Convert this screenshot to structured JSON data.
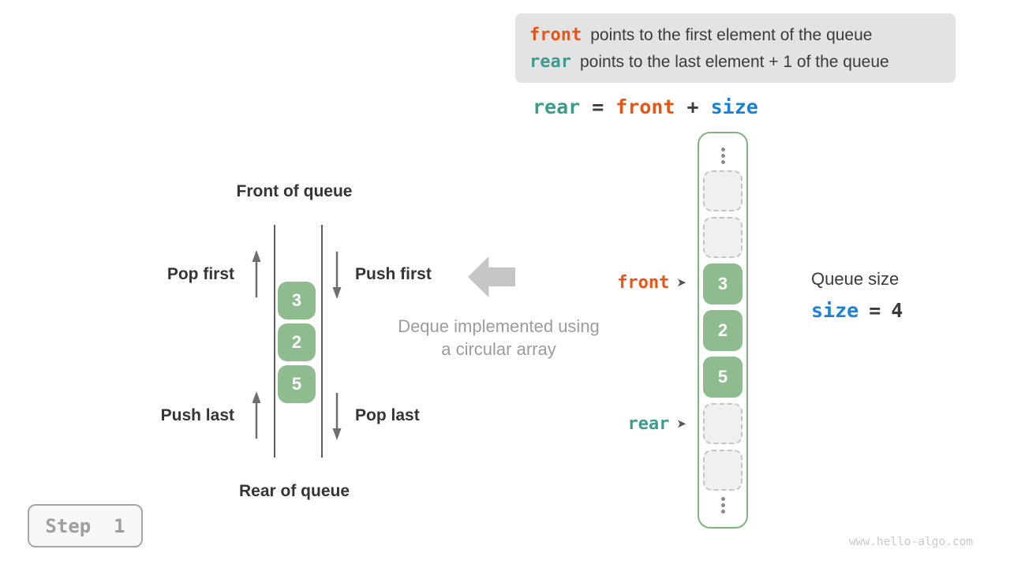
{
  "info_box": {
    "line1": {
      "code": "front",
      "text": "points to the first element of the queue"
    },
    "line2": {
      "code": "rear",
      "text": "points to the last element + 1 of the queue"
    }
  },
  "formula": {
    "rear": "rear",
    "equals": "=",
    "front": "front",
    "plus": "+",
    "size": "size"
  },
  "left_queue": {
    "front_label": "Front of queue",
    "rear_label": "Rear of queue",
    "pop_first": "Pop first",
    "push_first": "Push first",
    "push_last": "Push last",
    "pop_last": "Pop last",
    "cells": [
      "3",
      "2",
      "5"
    ]
  },
  "center": {
    "caption_line1": "Deque implemented using",
    "caption_line2": "a circular array"
  },
  "circular_array": {
    "values": [
      "3",
      "2",
      "5"
    ],
    "front_pointer": "front",
    "rear_pointer": "rear"
  },
  "icons": {
    "pointer_arrow": "➤"
  },
  "queue_size": {
    "title": "Queue size",
    "variable": "size",
    "equals": "=",
    "value": "4"
  },
  "step": {
    "label": "Step  1"
  },
  "watermark": "www.hello-algo.com",
  "colors": {
    "orange": "#E95514",
    "teal": "#3D9C8D",
    "blue": "#1A80D8",
    "green_fill": "#8FBC8F",
    "green_border": "#7FB47F",
    "info_box_bg": "#E3E3E3",
    "dark_text": "#3B3B3B",
    "caption_gray": "#9C9C9C"
  }
}
